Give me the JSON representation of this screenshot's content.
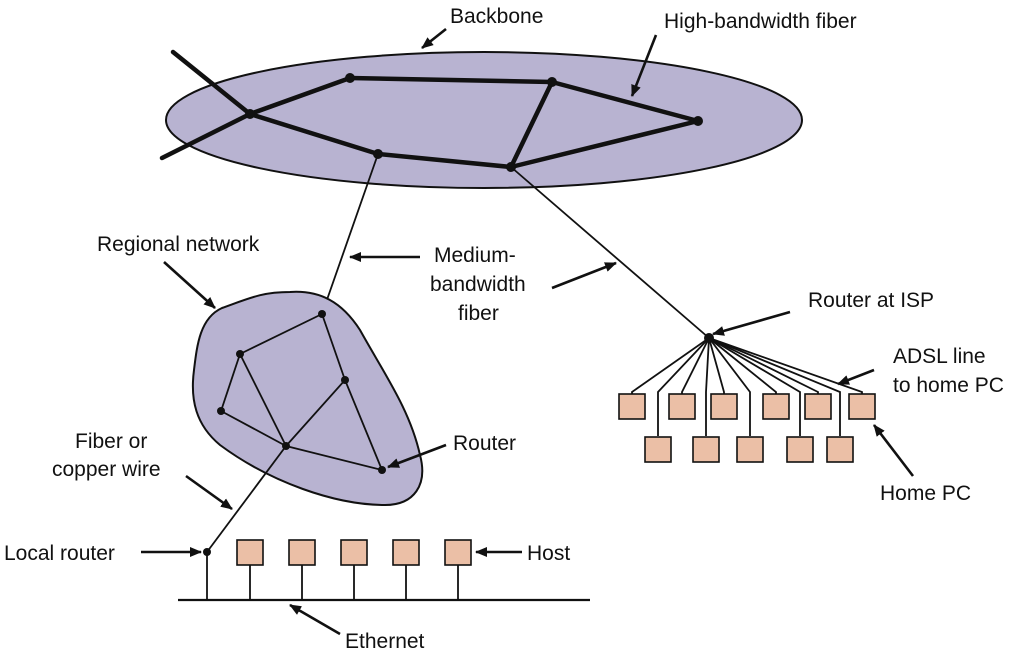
{
  "colors": {
    "region_fill": "#b8b3d1",
    "host_fill": "#ebbfa6",
    "line": "#111111"
  },
  "labels": {
    "backbone": "Backbone",
    "high_bandwidth_fiber": "High-bandwidth fiber",
    "regional_network": "Regional network",
    "medium_bandwidth_line1": "Medium-",
    "medium_bandwidth_line2": "bandwidth",
    "medium_bandwidth_line3": "fiber",
    "router_at_isp": "Router at ISP",
    "adsl_line1": "ADSL line",
    "adsl_line2": "to home PC",
    "router": "Router",
    "fiber_copper_line1": "Fiber or",
    "fiber_copper_line2": "copper wire",
    "home_pc": "Home PC",
    "local_router": "Local router",
    "host": "Host",
    "ethernet": "Ethernet"
  }
}
